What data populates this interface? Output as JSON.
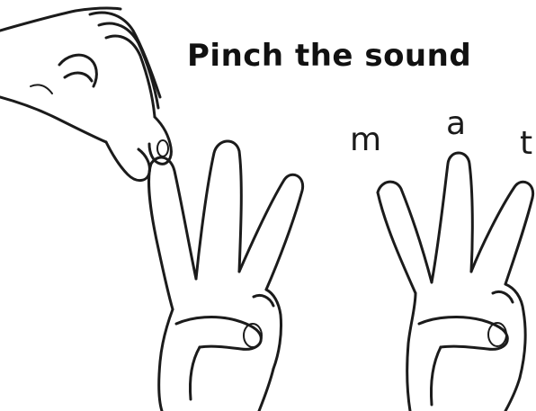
{
  "title": "Pinch the sound",
  "letters": {
    "first": "m",
    "second": "a",
    "third": "t"
  },
  "icons": {
    "pinching_hand": "pinching-hand-icon",
    "left_hand": "three-fingers-up-hand-icon",
    "right_hand": "three-fingers-up-hand-icon"
  }
}
